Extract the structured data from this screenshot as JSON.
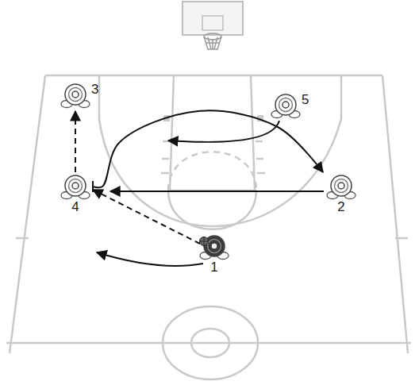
{
  "diagram": {
    "nodes": [
      {
        "text": [
          "3"
        ]
      },
      {
        "text": [
          "5"
        ]
      },
      {
        "text": [
          "4"
        ]
      },
      {
        "text": [
          "2"
        ]
      },
      {
        "text": [
          "1"
        ]
      }
    ],
    "edges": [
      {
        "from": 4,
        "to": 2,
        "arrow": "to"
      },
      {
        "from": 2,
        "to": 0,
        "arrow": "to"
      },
      {
        "from": 3,
        "to": 2,
        "arrow": "to"
      },
      {
        "from": 2,
        "to": 3,
        "arrow": "to"
      }
    ]
  }
}
